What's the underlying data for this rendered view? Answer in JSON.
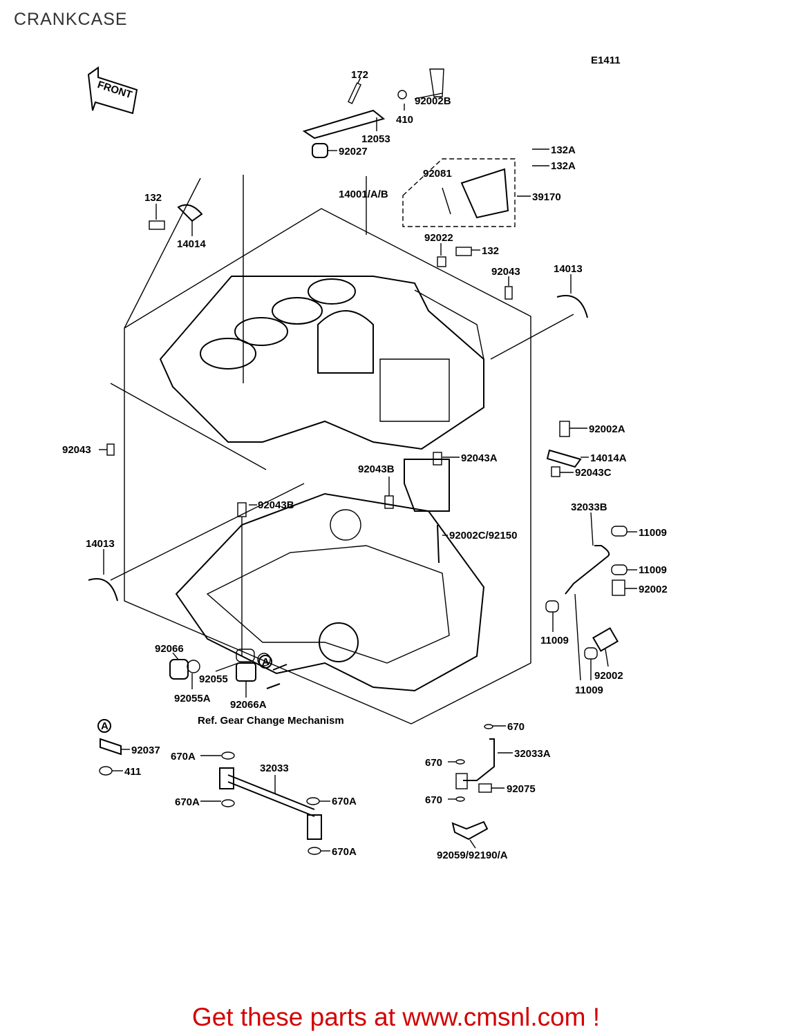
{
  "page": {
    "title": "CRANKCASE",
    "diagram_code": "E1411"
  },
  "front_arrow": {
    "label": "FRONT"
  },
  "parts": [
    {
      "id": "p172",
      "label": "172"
    },
    {
      "id": "p92002B",
      "label": "92002B"
    },
    {
      "id": "p410",
      "label": "410"
    },
    {
      "id": "p12053",
      "label": "12053"
    },
    {
      "id": "p92027",
      "label": "92027"
    },
    {
      "id": "p132A_1",
      "label": "132A"
    },
    {
      "id": "p132A_2",
      "label": "132A"
    },
    {
      "id": "p92081",
      "label": "92081"
    },
    {
      "id": "p39170",
      "label": "39170"
    },
    {
      "id": "p132_top",
      "label": "132"
    },
    {
      "id": "p14001",
      "label": "14001/A/B"
    },
    {
      "id": "p14014",
      "label": "14014"
    },
    {
      "id": "p92022",
      "label": "92022"
    },
    {
      "id": "p132_mid",
      "label": "132"
    },
    {
      "id": "p92043_top",
      "label": "92043"
    },
    {
      "id": "p14013_top",
      "label": "14013"
    },
    {
      "id": "p92043_left",
      "label": "92043"
    },
    {
      "id": "p92002A",
      "label": "92002A"
    },
    {
      "id": "p14014A",
      "label": "14014A"
    },
    {
      "id": "p92043C",
      "label": "92043C"
    },
    {
      "id": "p92043A",
      "label": "92043A"
    },
    {
      "id": "p92043B_1",
      "label": "92043B"
    },
    {
      "id": "p92043B_2",
      "label": "92043B"
    },
    {
      "id": "p32033B",
      "label": "32033B"
    },
    {
      "id": "p11009_1",
      "label": "11009"
    },
    {
      "id": "p92002C",
      "label": "92002C/92150"
    },
    {
      "id": "p11009_2",
      "label": "11009"
    },
    {
      "id": "p14013_bot",
      "label": "14013"
    },
    {
      "id": "p92002_1",
      "label": "92002"
    },
    {
      "id": "p11009_3",
      "label": "11009"
    },
    {
      "id": "p92002_2",
      "label": "92002"
    },
    {
      "id": "p11009_4",
      "label": "11009"
    },
    {
      "id": "p92066",
      "label": "92066"
    },
    {
      "id": "p92055",
      "label": "92055"
    },
    {
      "id": "p92055A",
      "label": "92055A"
    },
    {
      "id": "p92066A",
      "label": "92066A"
    },
    {
      "id": "pRef",
      "label": "Ref. Gear Change Mechanism"
    },
    {
      "id": "p670_1",
      "label": "670"
    },
    {
      "id": "p32033A",
      "label": "32033A"
    },
    {
      "id": "p92037",
      "label": "92037"
    },
    {
      "id": "p670A_1",
      "label": "670A"
    },
    {
      "id": "p32033",
      "label": "32033"
    },
    {
      "id": "p411",
      "label": "411"
    },
    {
      "id": "p670_2",
      "label": "670"
    },
    {
      "id": "p92075",
      "label": "92075"
    },
    {
      "id": "p670A_2",
      "label": "670A"
    },
    {
      "id": "p670A_3",
      "label": "670A"
    },
    {
      "id": "p670_3",
      "label": "670"
    },
    {
      "id": "p670A_4",
      "label": "670A"
    },
    {
      "id": "p92059",
      "label": "92059/92190/A"
    }
  ],
  "ref_markers": [
    {
      "id": "A1",
      "label": "A"
    },
    {
      "id": "A2",
      "label": "A"
    }
  ],
  "footer": {
    "text": "Get these parts at www.cmsnl.com !",
    "color": "#d40000"
  }
}
